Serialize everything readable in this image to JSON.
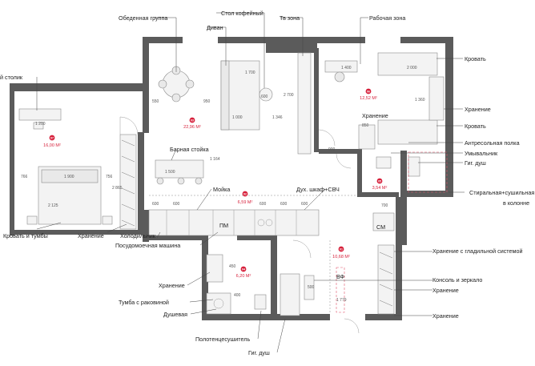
{
  "colors": {
    "wall": "#5b5b5b",
    "accent": "#d61f3a",
    "furniture": "#f3f3f3"
  },
  "labels": {
    "table_left": "й столик",
    "dining_group": "Обеденная группа",
    "coffee_table": "Стол кофейный",
    "tv_zone": "Тв зона",
    "work_zone": "Рабочая зона",
    "sofa": "Диван",
    "bed_right": "Кровать",
    "storage_1": "Хранение",
    "storage_2": "Хранение",
    "bed_2": "Кровать",
    "mezzanine": "Антресольная полка",
    "washbasin": "Умывальник",
    "hyg_shower_1": "Гиг. душ",
    "bar_counter": "Барная стойка",
    "sink": "Мойка",
    "oven": "Дух. шкаф+СВЧ",
    "washer_line1": "Стиральная+сушильная",
    "washer_line2": "в колонне",
    "bed_and_nightstands": "Кровать и тумбы",
    "storage_3": "Хранение",
    "fridge": "Холодильник",
    "dishwasher": "Посудомоечная машина",
    "storage_ironing": "Хранение с гладильной системой",
    "storage_4": "Хранение",
    "cabinet_sink": "Тумба с раковиной",
    "console_mirror": "Консоль и зеркало",
    "storage_5": "Хранение",
    "shower": "Душевая",
    "storage_6": "Хранение",
    "towel_dryer": "Полотенцесушитель",
    "hyg_shower_2": "Гиг. душ",
    "dw_tag": "ПМ",
    "wm_tag": "СМ",
    "vf_tag": "ВФ"
  },
  "areas": {
    "bedroom_left": "16,00 М²",
    "living": "22,96 М²",
    "bedroom_right": "12,52 М²",
    "kitchen": "6,59 М²",
    "bath_small": "3,54 М²",
    "bath_main": "6,20 М²",
    "hall": "10,68 М²"
  },
  "badges": {
    "bedroom_left": "07",
    "living": "03",
    "bedroom_right": "06",
    "kitchen": "02",
    "bath_small": "05",
    "bath_main": "04",
    "hall": "01"
  },
  "dims": {
    "d1200": "1 200",
    "d1900": "1 900",
    "d2125": "2 125",
    "d766": "766",
    "d756": "756",
    "d2866": "2 865",
    "d550": "550",
    "d950": "950",
    "d1700": "1 700",
    "d1000": "1 000",
    "d600": "600",
    "d2700": "2 700",
    "d1346": "1 346",
    "d1400": "1 400",
    "d2000": "2 000",
    "d1360": "1 360",
    "d850": "850",
    "d900": "900",
    "d1500": "1 500",
    "d1164": "1 164",
    "d700": "700",
    "d1779": "1 779",
    "d500": "500",
    "d450": "450",
    "d400": "400"
  }
}
